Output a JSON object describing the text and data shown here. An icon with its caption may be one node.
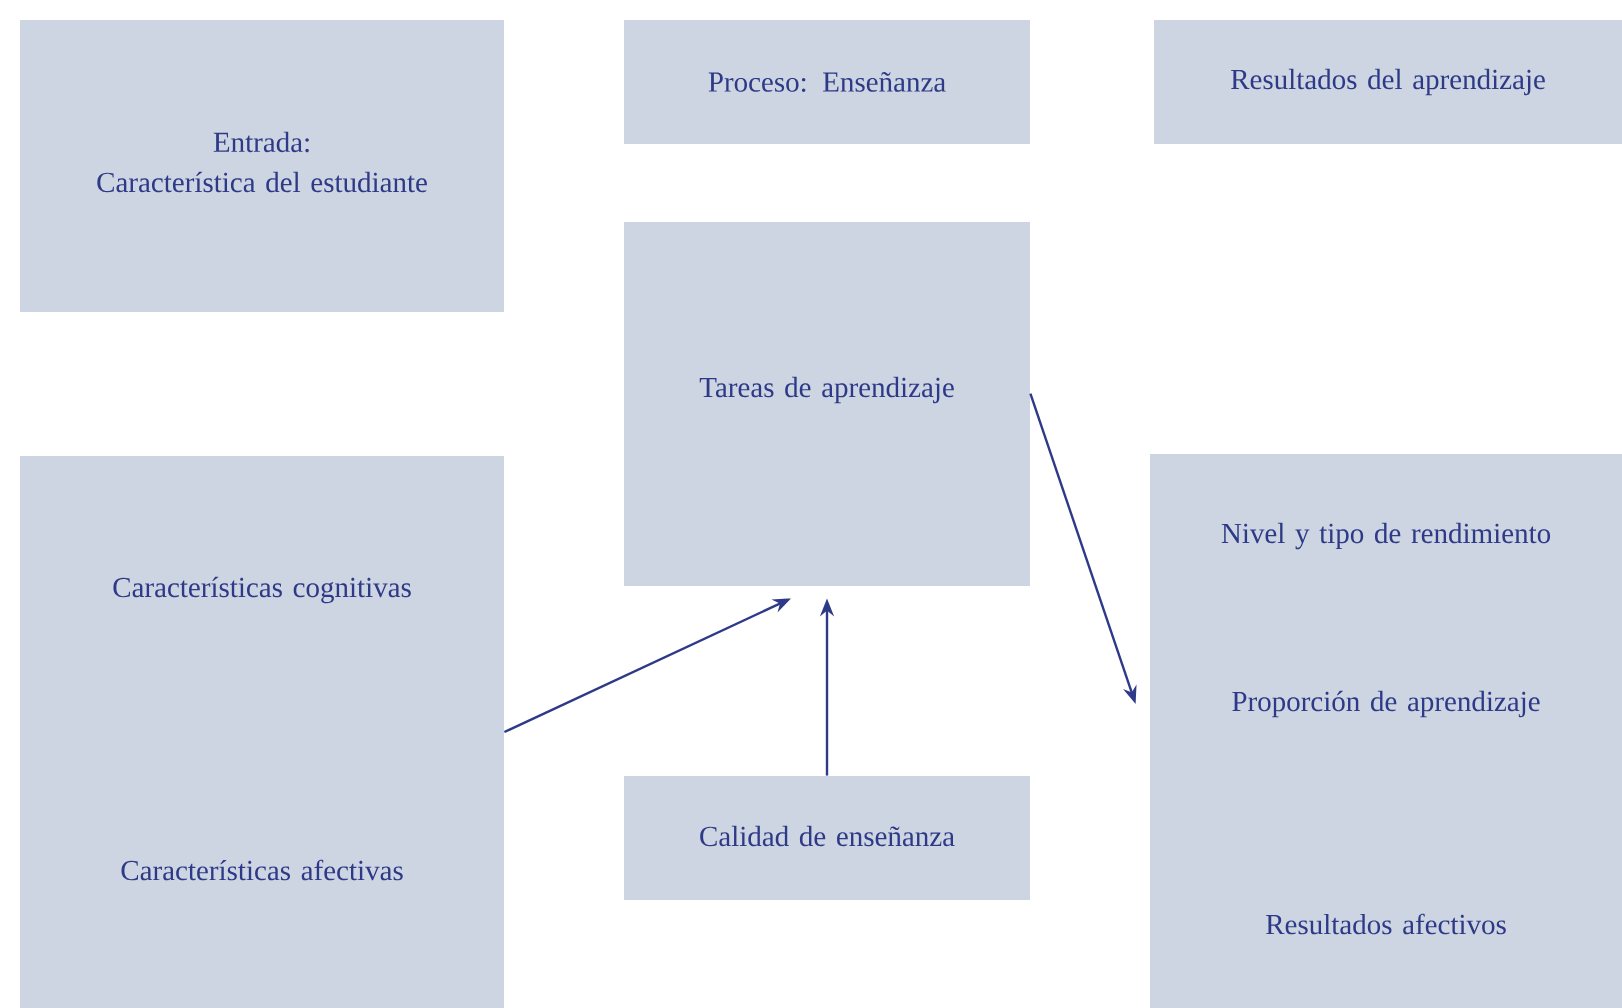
{
  "diagram": {
    "nodes": [
      {
        "text": [
          "Entrada:",
          "Característica del estudiante"
        ]
      },
      {
        "text": [
          "Proceso: Enseñanza"
        ]
      },
      {
        "text": [
          "Resultados del aprendizaje"
        ]
      },
      {
        "text": [
          "Características cognitivas",
          "Características afectivas"
        ]
      },
      {
        "text": [
          "Tareas de aprendizaje"
        ]
      },
      {
        "text": [
          "Calidad de enseñanza"
        ]
      },
      {
        "text": [
          "Nivel y tipo de rendimiento",
          "Proporción de aprendizaje",
          "Resultados afectivos"
        ]
      }
    ],
    "edges": [
      {
        "from": 3,
        "to": 4,
        "arrow": "to"
      },
      {
        "from": 5,
        "to": 4,
        "arrow": "to"
      },
      {
        "from": 4,
        "to": 6,
        "arrow": "to"
      }
    ]
  }
}
